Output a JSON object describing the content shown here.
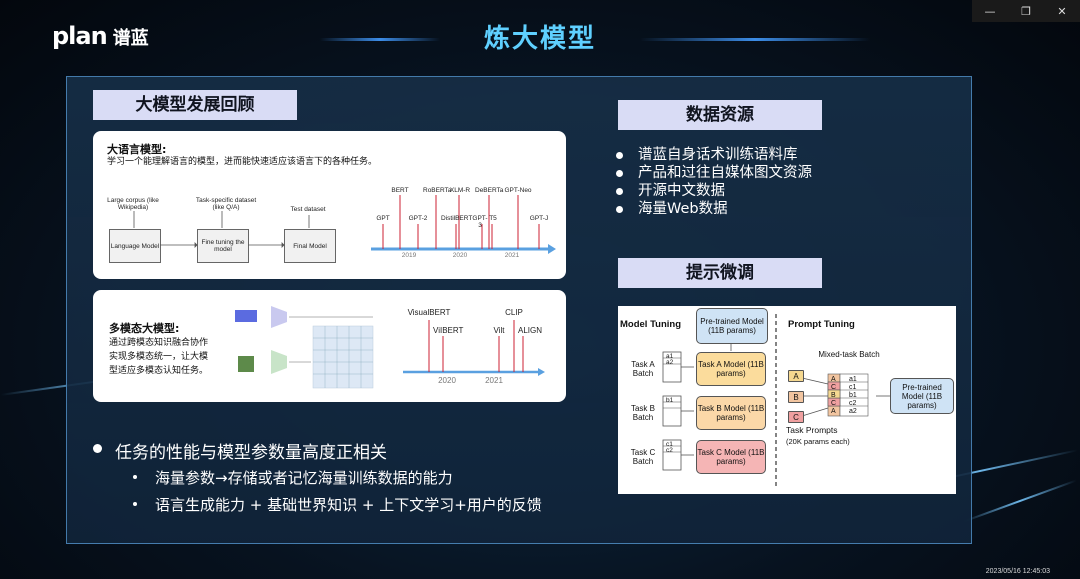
{
  "window": {
    "controls": [
      {
        "name": "minimize-button",
        "glyph": "—"
      },
      {
        "name": "restore-button",
        "glyph": "❐"
      },
      {
        "name": "close-button",
        "glyph": "✕"
      }
    ]
  },
  "logo": {
    "text": "plan",
    "cn": "谱蓝"
  },
  "title": "炼大模型",
  "left": {
    "section_label": "大模型发展回顾",
    "llm_card": {
      "title": "大语言模型:",
      "desc": "学习一个能理解语言的模型，进而能快速适应该语言下的各种任务。",
      "flow_captions": [
        "Large corpus (like Wikipedia)",
        "Task-specific dataset (like Q/A)",
        "Test dataset"
      ],
      "flow_boxes": [
        "Language Model",
        "Fine tuning the model",
        "Final Model"
      ],
      "timeline_top": [
        "BERT",
        "RoBERTa",
        "XLM-R",
        "DeBERTa",
        "GPT-Neo"
      ],
      "timeline_bottom": [
        "GPT",
        "GPT-2",
        "DistilBERT",
        "GPT-3",
        "T5",
        "GPT-J"
      ],
      "years": [
        "2019",
        "2020",
        "2021"
      ]
    },
    "mm_card": {
      "title": "多模态大模型:",
      "desc_lines": [
        "通过跨模态知识融合协作",
        "实现多模态统一，让大模",
        "型适应多模态认知任务。"
      ],
      "timeline_labels": [
        "VisualBERT",
        "ViIBERT",
        "Vilt",
        "CLIP",
        "ALIGN"
      ],
      "years": [
        "2020",
        "2021"
      ]
    },
    "bullet_main": "任务的性能与模型参数量高度正相关",
    "sub_bullets": [
      "海量参数→存储或者记忆海量训练数据的能力",
      "语言生成能力 + 基础世界知识 + 上下文学习+用户的反馈"
    ]
  },
  "right": {
    "data_label": "数据资源",
    "data_items": [
      "谱蓝自身话术训练语料库",
      "产品和过往自媒体图文资源",
      "开源中文数据",
      "海量Web数据"
    ],
    "prompt_label": "提示微调",
    "diagram": {
      "model_tuning": "Model Tuning",
      "prompt_tuning": "Prompt Tuning",
      "pretrained_top": "Pre-trained Model (11B params)",
      "task_batches": [
        "Task A Batch",
        "Task B Batch",
        "Task C Batch"
      ],
      "task_models": [
        "Task A Model (11B params)",
        "Task B Model (11B params)",
        "Task C Model (11B params)"
      ],
      "batch_cells": [
        "a1",
        "a2",
        "b1",
        "c1",
        "c2"
      ],
      "mixed_batch": "Mixed-task Batch",
      "mixed_rows": [
        [
          "A",
          "a1"
        ],
        [
          "C",
          "c1"
        ],
        [
          "B",
          "b1"
        ],
        [
          "C",
          "c2"
        ],
        [
          "A",
          "a2"
        ]
      ],
      "prompt_keys": [
        "A",
        "B",
        "C"
      ],
      "pretrained_right": "Pre-trained Model (11B params)",
      "task_prompts": "Task Prompts",
      "task_prompts_sub": "(20K params each)"
    }
  },
  "timestamp": "2023/05/16 12:45:03"
}
